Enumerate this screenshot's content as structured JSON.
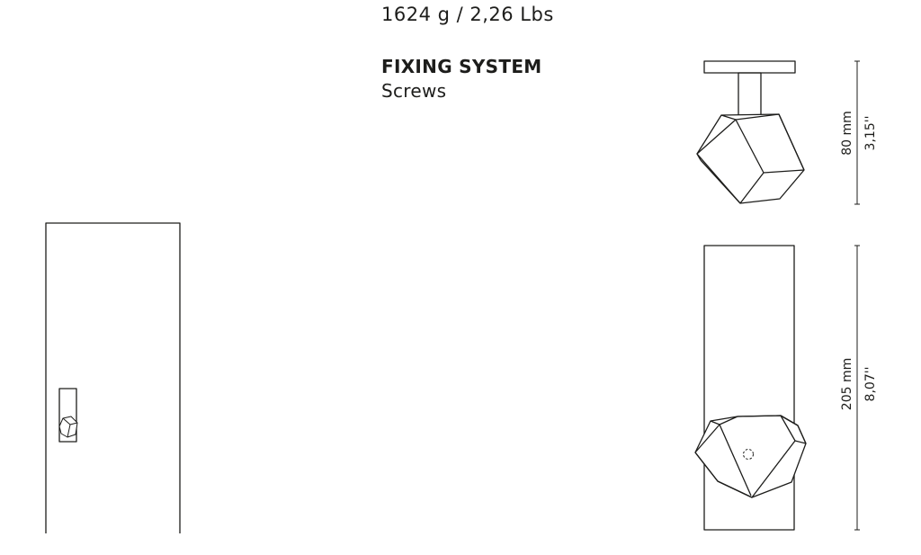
{
  "specs": {
    "weight": "1624 g / 2,26 Lbs",
    "fixing_system_label": "FIXING SYSTEM",
    "fixing_system_value": "Screws"
  },
  "dimensions": {
    "top_view": {
      "metric": "80 mm",
      "imperial": "3,15''"
    },
    "front_view": {
      "metric": "205 mm",
      "imperial": "8,07''"
    }
  },
  "colors": {
    "line": "#1d1d1b",
    "background": "#ffffff"
  }
}
